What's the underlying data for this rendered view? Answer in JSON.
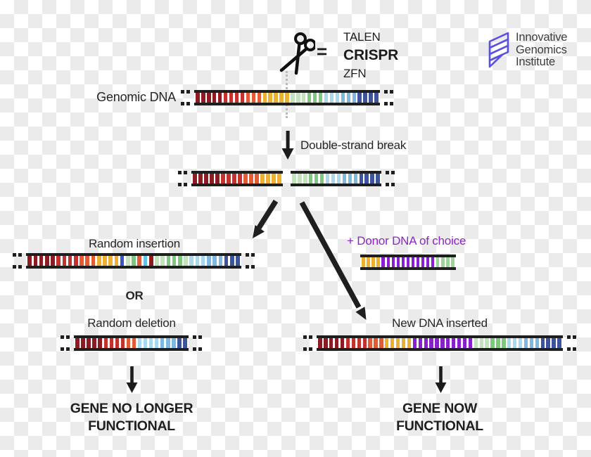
{
  "branding": {
    "name_lines": [
      "Innovative",
      "Genomics",
      "Institute"
    ],
    "icon_color": "#5a4fe4",
    "text_color": "#3d3d3d"
  },
  "tools": {
    "equals": "=",
    "items": [
      {
        "label": "TALEN"
      },
      {
        "label": "CRISPR"
      },
      {
        "label": "ZFN"
      }
    ]
  },
  "labels": {
    "genomic_dna": "Genomic DNA",
    "double_strand_break": "Double-strand break",
    "random_insertion": "Random insertion",
    "or": "OR",
    "random_deletion": "Random deletion",
    "donor_dna": "+ Donor DNA of choice",
    "new_dna_inserted": "New DNA inserted"
  },
  "outcome_left": [
    "GENE NO LONGER",
    "FUNCTIONAL"
  ],
  "outcome_right": [
    "GENE NOW",
    "FUNCTIONAL"
  ],
  "colors": {
    "ink": "#1c1c1c",
    "donor_text": "#8e24c9",
    "cut_line": "#b9b9b9",
    "checker_light": "#ffffff",
    "checker_dark": "#ebebeb"
  },
  "dna_bars": {
    "genomic": {
      "dots_left": true,
      "dots_right": true,
      "rungs": [
        [
          "#8e1b22",
          5
        ],
        [
          "#c43230",
          4
        ],
        [
          "#e25b35",
          3
        ],
        [
          "#eeb02f",
          5
        ],
        [
          "#c2e3bb",
          3
        ],
        [
          "#7cc87c",
          3
        ],
        [
          "#a9d7ee",
          3
        ],
        [
          "#7db8e0",
          3
        ],
        [
          "#3c549e",
          4
        ]
      ]
    },
    "break_left": {
      "dots_left": true,
      "dots_right": false,
      "rungs": [
        [
          "#8e1b22",
          5
        ],
        [
          "#c43230",
          4
        ],
        [
          "#e25b35",
          3
        ],
        [
          "#eeb02f",
          4
        ]
      ]
    },
    "break_right": {
      "dots_left": false,
      "dots_right": true,
      "rungs": [
        [
          "#c2e3bb",
          3
        ],
        [
          "#7cc87c",
          3
        ],
        [
          "#a9d7ee",
          3
        ],
        [
          "#7db8e0",
          3
        ],
        [
          "#3c549e",
          4
        ]
      ]
    },
    "random_insertion": {
      "dots_left": true,
      "dots_right": true,
      "rungs": [
        [
          "#8e1b22",
          5
        ],
        [
          "#c43230",
          4
        ],
        [
          "#e25b35",
          3
        ],
        [
          "#eeb02f",
          4
        ],
        [
          "#3a56c4",
          1
        ],
        [
          "#c2e3bb",
          1
        ],
        [
          "#7cc87c",
          1
        ],
        [
          "#e25b35",
          1
        ],
        [
          "#62c3e8",
          1
        ],
        [
          "#8e1b22",
          1
        ],
        [
          "#c2e3bb",
          2
        ],
        [
          "#7cc87c",
          3
        ],
        [
          "#c2e3bb",
          1
        ],
        [
          "#a9d7ee",
          3
        ],
        [
          "#7db8e0",
          3
        ],
        [
          "#3c549e",
          3
        ]
      ]
    },
    "random_deletion": {
      "dots_left": true,
      "dots_right": true,
      "rungs": [
        [
          "#8e1b22",
          5
        ],
        [
          "#c43230",
          4
        ],
        [
          "#e25b35",
          2
        ],
        [
          "#a9d7ee",
          4
        ],
        [
          "#7db8e0",
          3
        ],
        [
          "#3c549e",
          2
        ]
      ]
    },
    "donor": {
      "dots_left": false,
      "dots_right": false,
      "rungs": [
        [
          "#eeb02f",
          4
        ],
        [
          "#8a1fd0",
          11
        ],
        [
          "#9ed49a",
          4
        ]
      ]
    },
    "new_dna": {
      "dots_left": true,
      "dots_right": true,
      "rungs": [
        [
          "#8e1b22",
          5
        ],
        [
          "#c43230",
          4
        ],
        [
          "#e25b35",
          3
        ],
        [
          "#eeb02f",
          5
        ],
        [
          "#8a1fd0",
          11
        ],
        [
          "#c2e3bb",
          3
        ],
        [
          "#7cc87c",
          3
        ],
        [
          "#a9d7ee",
          3
        ],
        [
          "#7db8e0",
          3
        ],
        [
          "#3c549e",
          4
        ]
      ]
    }
  }
}
